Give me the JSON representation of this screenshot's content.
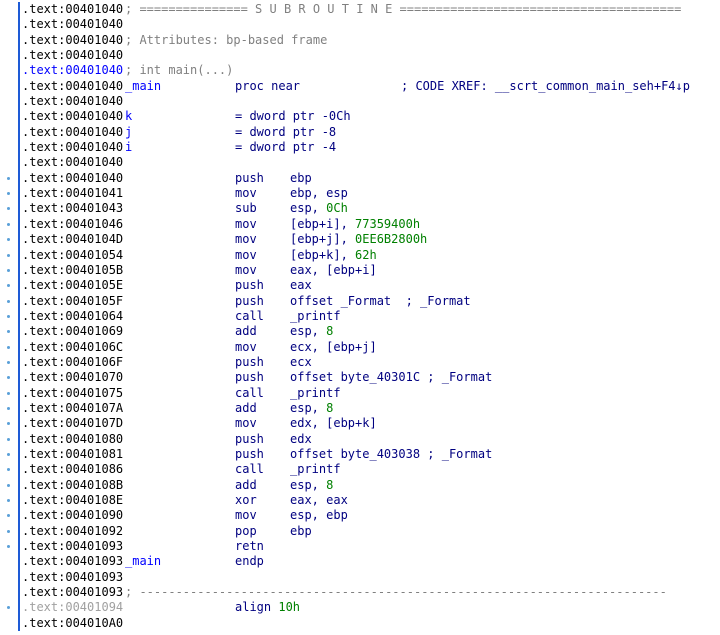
{
  "lines": [
    {
      "dot": false,
      "addr": ".text:00401040",
      "style": "normal",
      "comment": "; =============== S U B R O U T I N E ======================================="
    },
    {
      "dot": false,
      "addr": ".text:00401040"
    },
    {
      "dot": false,
      "addr": ".text:00401040",
      "comment": "; Attributes: bp-based frame"
    },
    {
      "dot": false,
      "addr": ".text:00401040"
    },
    {
      "dot": false,
      "addr": ".text:00401040",
      "style": "hl",
      "comment": "; int main(...)"
    },
    {
      "dot": false,
      "addr": ".text:00401040",
      "label": "_main",
      "mn": "proc near",
      "xref": "; CODE XREF: __scrt_common_main_seh+F4↓p"
    },
    {
      "dot": false,
      "addr": ".text:00401040"
    },
    {
      "dot": false,
      "addr": ".text:00401040",
      "label": "k",
      "mn": "= dword ptr -0Ch"
    },
    {
      "dot": false,
      "addr": ".text:00401040",
      "label": "j",
      "mn": "= dword ptr -8"
    },
    {
      "dot": false,
      "addr": ".text:00401040",
      "label": "i",
      "mn": "= dword ptr -4"
    },
    {
      "dot": false,
      "addr": ".text:00401040"
    },
    {
      "dot": true,
      "addr": ".text:00401040",
      "mn": "push",
      "ops": "ebp"
    },
    {
      "dot": true,
      "addr": ".text:00401041",
      "mn": "mov",
      "ops": "ebp, esp"
    },
    {
      "dot": true,
      "addr": ".text:00401043",
      "mn": "sub",
      "ops_pre": "esp, ",
      "num": "0Ch"
    },
    {
      "dot": true,
      "addr": ".text:00401046",
      "mn": "mov",
      "ops_pre": "[ebp+i], ",
      "num": "77359400h"
    },
    {
      "dot": true,
      "addr": ".text:0040104D",
      "mn": "mov",
      "ops_pre": "[ebp+j], ",
      "num": "0EE6B2800h"
    },
    {
      "dot": true,
      "addr": ".text:00401054",
      "mn": "mov",
      "ops_pre": "[ebp+k], ",
      "num": "62h"
    },
    {
      "dot": true,
      "addr": ".text:0040105B",
      "mn": "mov",
      "ops": "eax, [ebp+i]"
    },
    {
      "dot": true,
      "addr": ".text:0040105E",
      "mn": "push",
      "ops": "eax"
    },
    {
      "dot": true,
      "addr": ".text:0040105F",
      "mn": "push",
      "ops": "offset _Format  ; _Format"
    },
    {
      "dot": true,
      "addr": ".text:00401064",
      "mn": "call",
      "ops": "_printf"
    },
    {
      "dot": true,
      "addr": ".text:00401069",
      "mn": "add",
      "ops_pre": "esp, ",
      "num": "8"
    },
    {
      "dot": true,
      "addr": ".text:0040106C",
      "mn": "mov",
      "ops": "ecx, [ebp+j]"
    },
    {
      "dot": true,
      "addr": ".text:0040106F",
      "mn": "push",
      "ops": "ecx"
    },
    {
      "dot": true,
      "addr": ".text:00401070",
      "mn": "push",
      "ops": "offset byte_40301C ; _Format"
    },
    {
      "dot": true,
      "addr": ".text:00401075",
      "mn": "call",
      "ops": "_printf"
    },
    {
      "dot": true,
      "addr": ".text:0040107A",
      "mn": "add",
      "ops_pre": "esp, ",
      "num": "8"
    },
    {
      "dot": true,
      "addr": ".text:0040107D",
      "mn": "mov",
      "ops": "edx, [ebp+k]"
    },
    {
      "dot": true,
      "addr": ".text:00401080",
      "mn": "push",
      "ops": "edx"
    },
    {
      "dot": true,
      "addr": ".text:00401081",
      "mn": "push",
      "ops": "offset byte_403038 ; _Format"
    },
    {
      "dot": true,
      "addr": ".text:00401086",
      "mn": "call",
      "ops": "_printf"
    },
    {
      "dot": true,
      "addr": ".text:0040108B",
      "mn": "add",
      "ops_pre": "esp, ",
      "num": "8"
    },
    {
      "dot": true,
      "addr": ".text:0040108E",
      "mn": "xor",
      "ops": "eax, eax"
    },
    {
      "dot": true,
      "addr": ".text:00401090",
      "mn": "mov",
      "ops": "esp, ebp"
    },
    {
      "dot": true,
      "addr": ".text:00401092",
      "mn": "pop",
      "ops": "ebp"
    },
    {
      "dot": true,
      "addr": ".text:00401093",
      "mn": "retn"
    },
    {
      "dot": false,
      "addr": ".text:00401093",
      "label": "_main",
      "mn": "endp"
    },
    {
      "dot": false,
      "addr": ".text:00401093"
    },
    {
      "dot": false,
      "addr": ".text:00401093",
      "comment": "; -------------------------------------------------------------------------"
    },
    {
      "dot": true,
      "addr": ".text:00401094",
      "style": "dim",
      "mn": "align",
      "num_mn": "10h"
    },
    {
      "dot": false,
      "addr": ".text:004010A0"
    }
  ]
}
